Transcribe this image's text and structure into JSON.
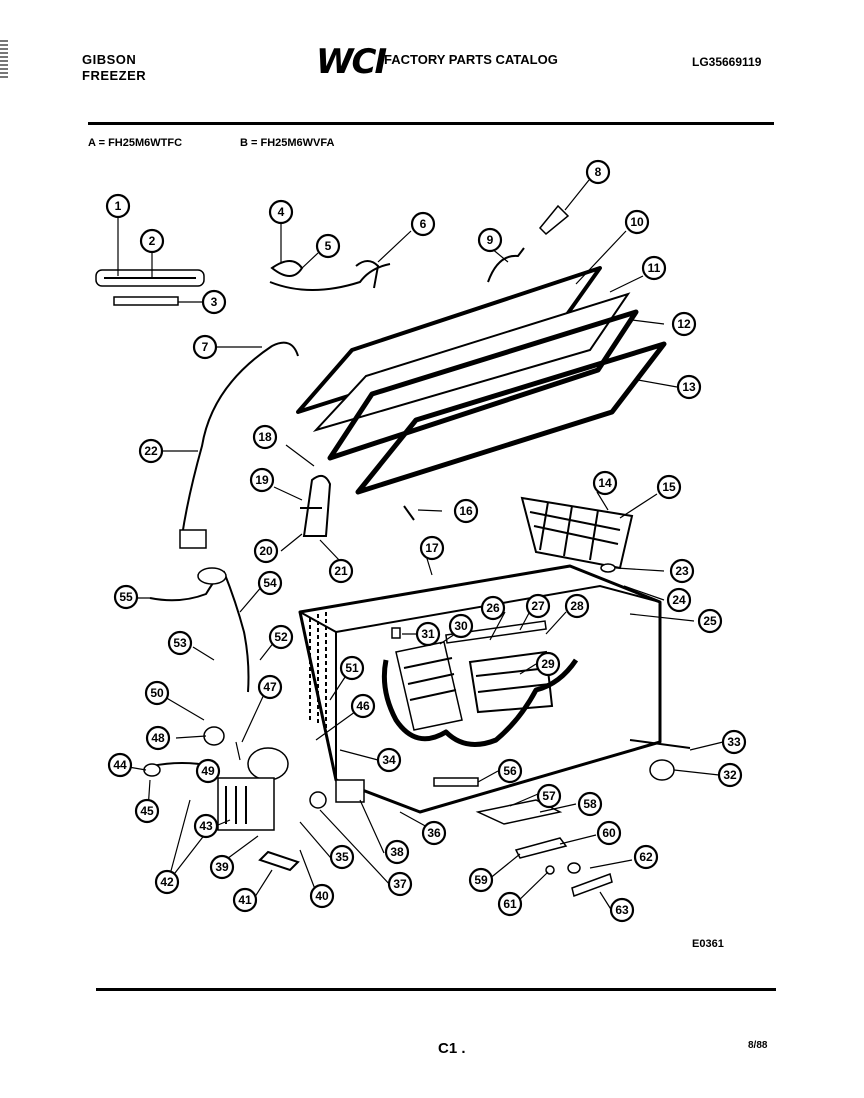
{
  "header": {
    "brand_line1": "GIBSON",
    "brand_line2": "FREEZER",
    "logo": "WCI",
    "catalog_title": "FACTORY PARTS CATALOG",
    "catalog_number": "LG35669119"
  },
  "models": {
    "a": "A = FH25M6WTFC",
    "b": "B = FH25M6WVFA"
  },
  "diagram": {
    "figure_code": "E0361",
    "callouts": [
      "1",
      "2",
      "3",
      "4",
      "5",
      "6",
      "7",
      "8",
      "9",
      "10",
      "11",
      "12",
      "13",
      "14",
      "15",
      "16",
      "17",
      "18",
      "19",
      "20",
      "21",
      "22",
      "23",
      "24",
      "25",
      "26",
      "27",
      "28",
      "29",
      "30",
      "31",
      "32",
      "33",
      "34",
      "35",
      "36",
      "37",
      "38",
      "39",
      "40",
      "41",
      "42",
      "43",
      "44",
      "45",
      "46",
      "47",
      "48",
      "49",
      "50",
      "51",
      "52",
      "53",
      "54",
      "55",
      "56",
      "57",
      "58",
      "59",
      "60",
      "61",
      "62",
      "63"
    ]
  },
  "footer": {
    "page": "C1 .",
    "date": "8/88"
  }
}
